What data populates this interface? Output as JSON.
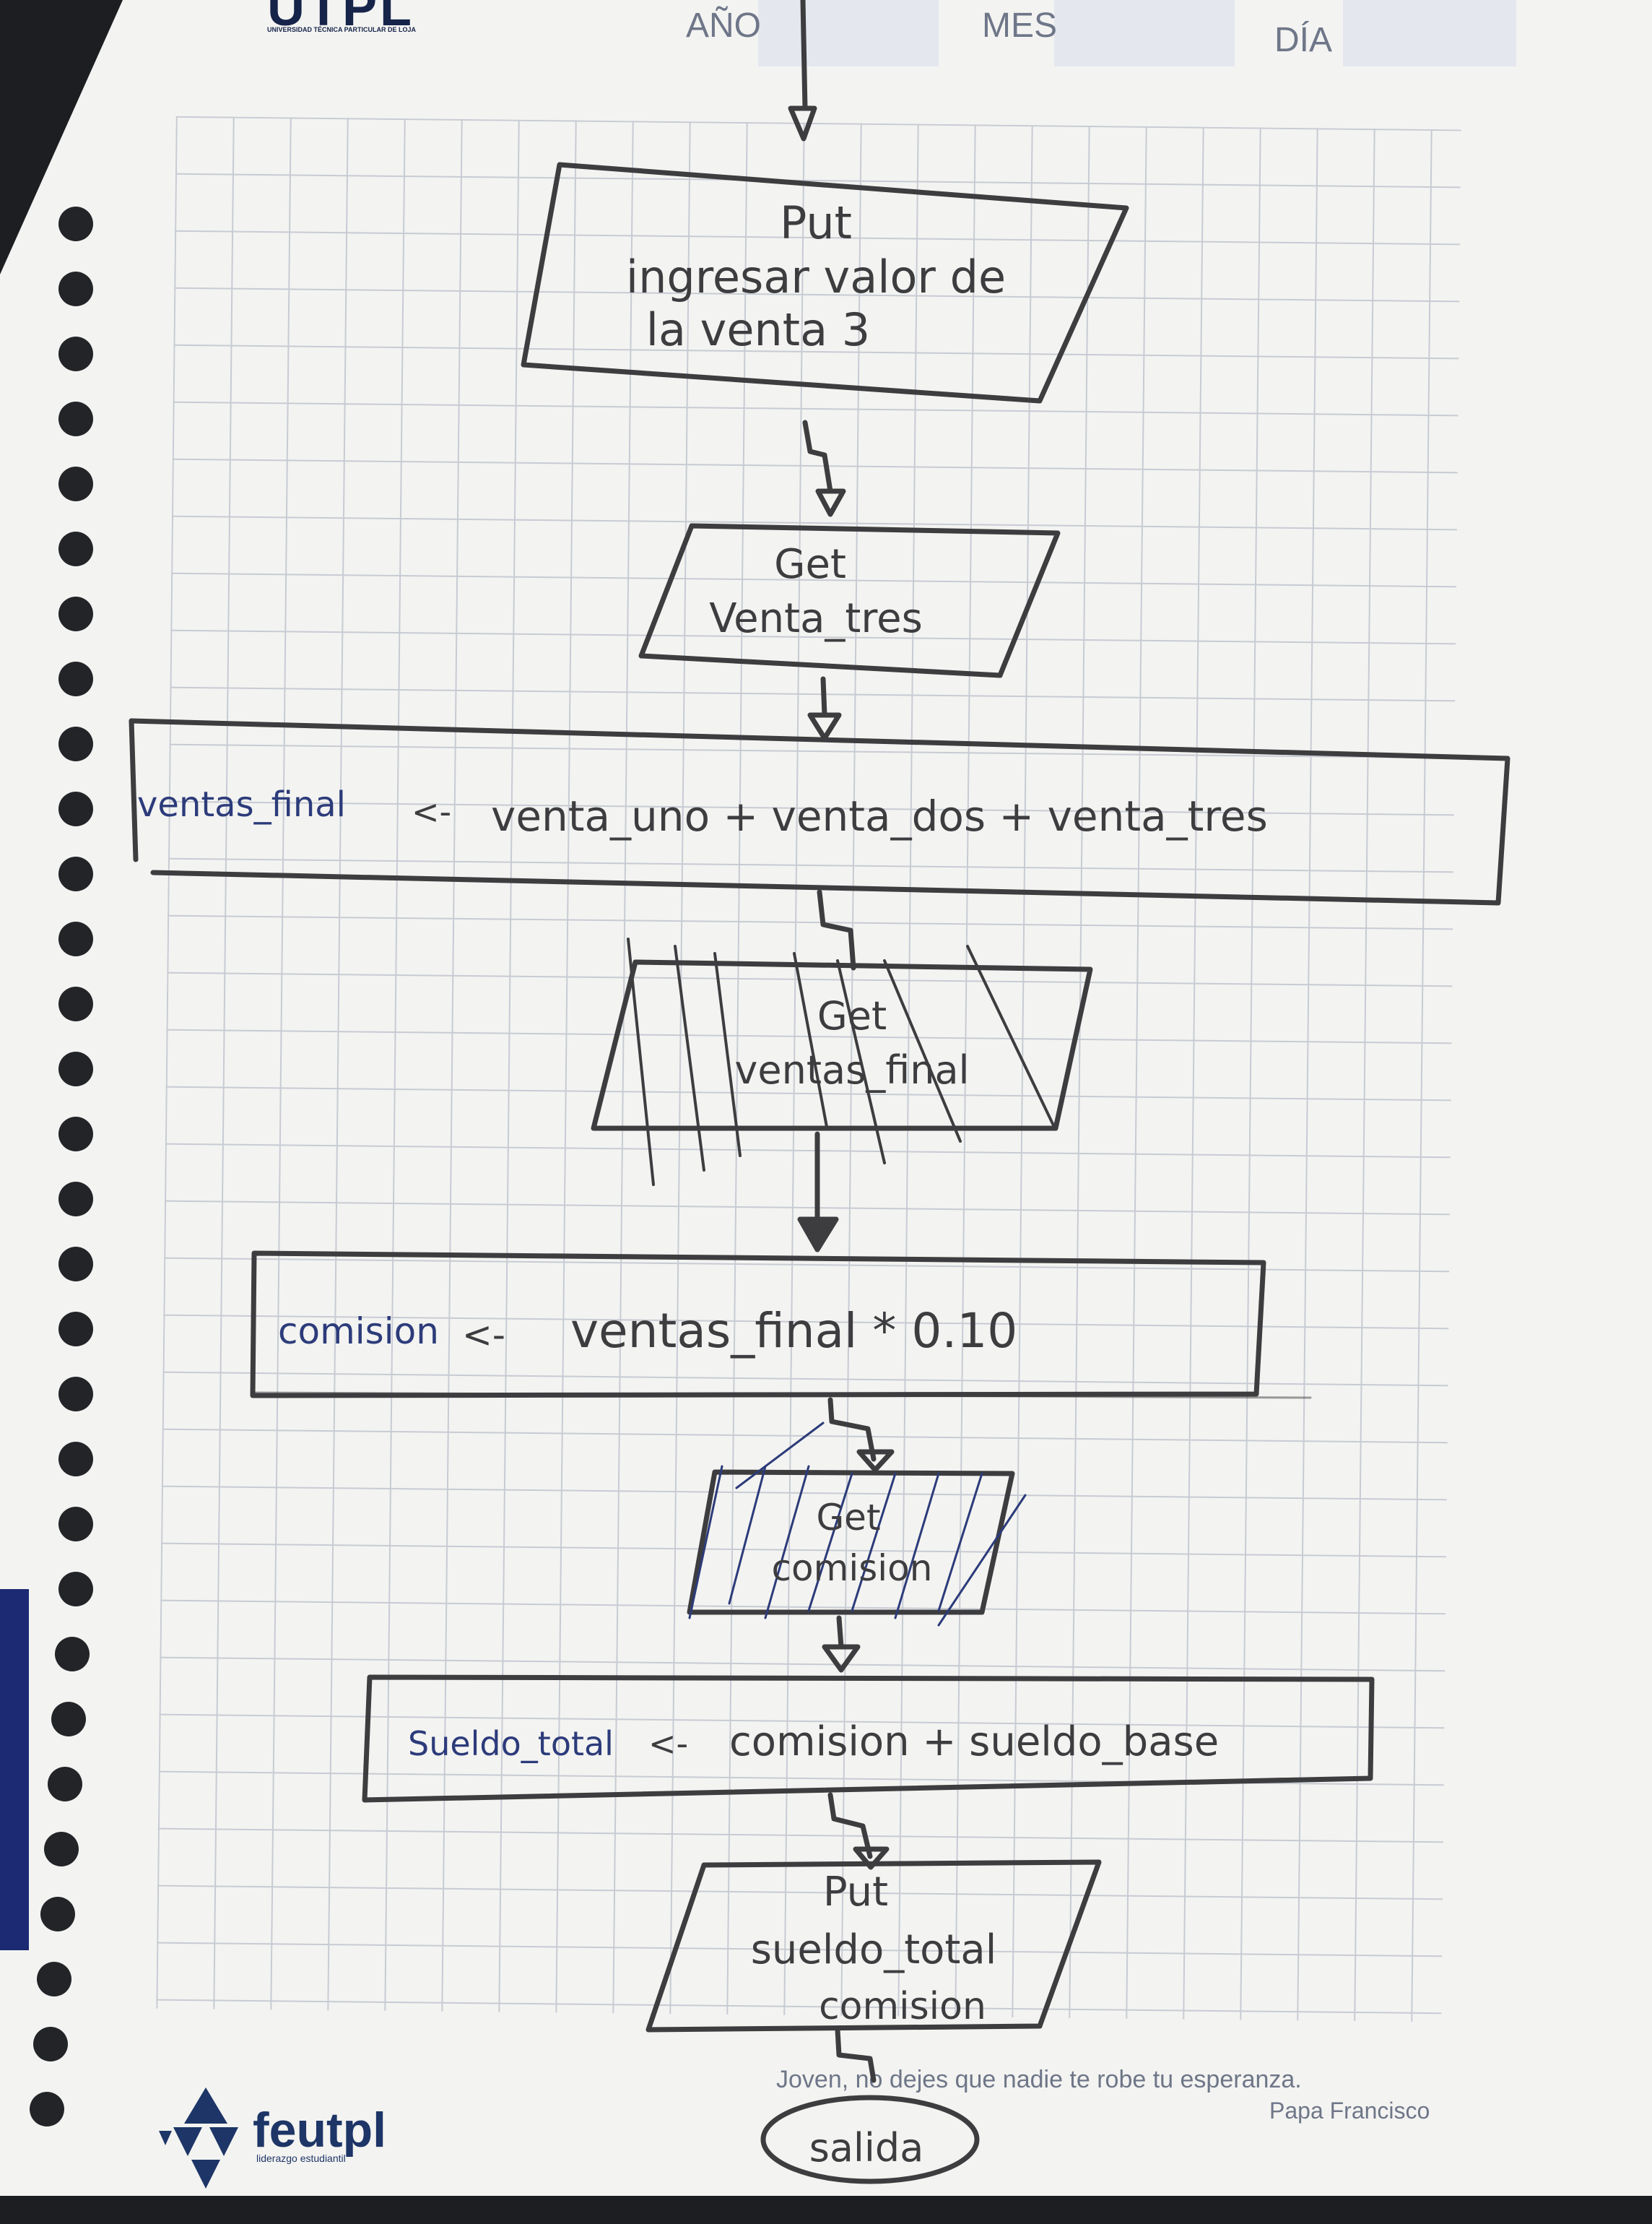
{
  "header": {
    "logo": "UTPL",
    "subtitle": "UNIVERSIDAD TÉCNICA PARTICULAR DE LOJA",
    "year_label": "AÑO",
    "month_label": "MES",
    "day_label": "DÍA"
  },
  "flowchart": {
    "output_1": {
      "keyword": "Put",
      "line1": "ingresar valor de",
      "line2": "la venta 3"
    },
    "input_1": {
      "keyword": "Get",
      "line1": "Venta_tres"
    },
    "assign_1": {
      "target": "ventas_final",
      "arrow": "<-",
      "expression": "venta_uno + venta_dos + venta_tres"
    },
    "input_2": {
      "keyword": "Get",
      "line1": "ventas_final"
    },
    "assign_2": {
      "target": "comision",
      "arrow": "<-",
      "expression": "ventas_final * 0.10"
    },
    "input_3": {
      "keyword": "Get",
      "line1": "comision"
    },
    "assign_3": {
      "target": "Sueldo_total",
      "arrow": "<-",
      "expression": "comision + sueldo_base"
    },
    "output_2": {
      "keyword": "Put",
      "line1": "sueldo_total",
      "line2": "comision"
    },
    "terminal": {
      "label": "salida"
    }
  },
  "footer": {
    "quote": "Joven, no dejes que nadie te robe tu esperanza.",
    "author": "Papa Francisco",
    "brand": "feutpl",
    "brand_sub": "liderazgo estudiantil"
  },
  "colors": {
    "pencil": "#3d3d40",
    "pen": "#2c3b7a",
    "grid": "#c7cbd3",
    "brand": "#1d3567"
  }
}
